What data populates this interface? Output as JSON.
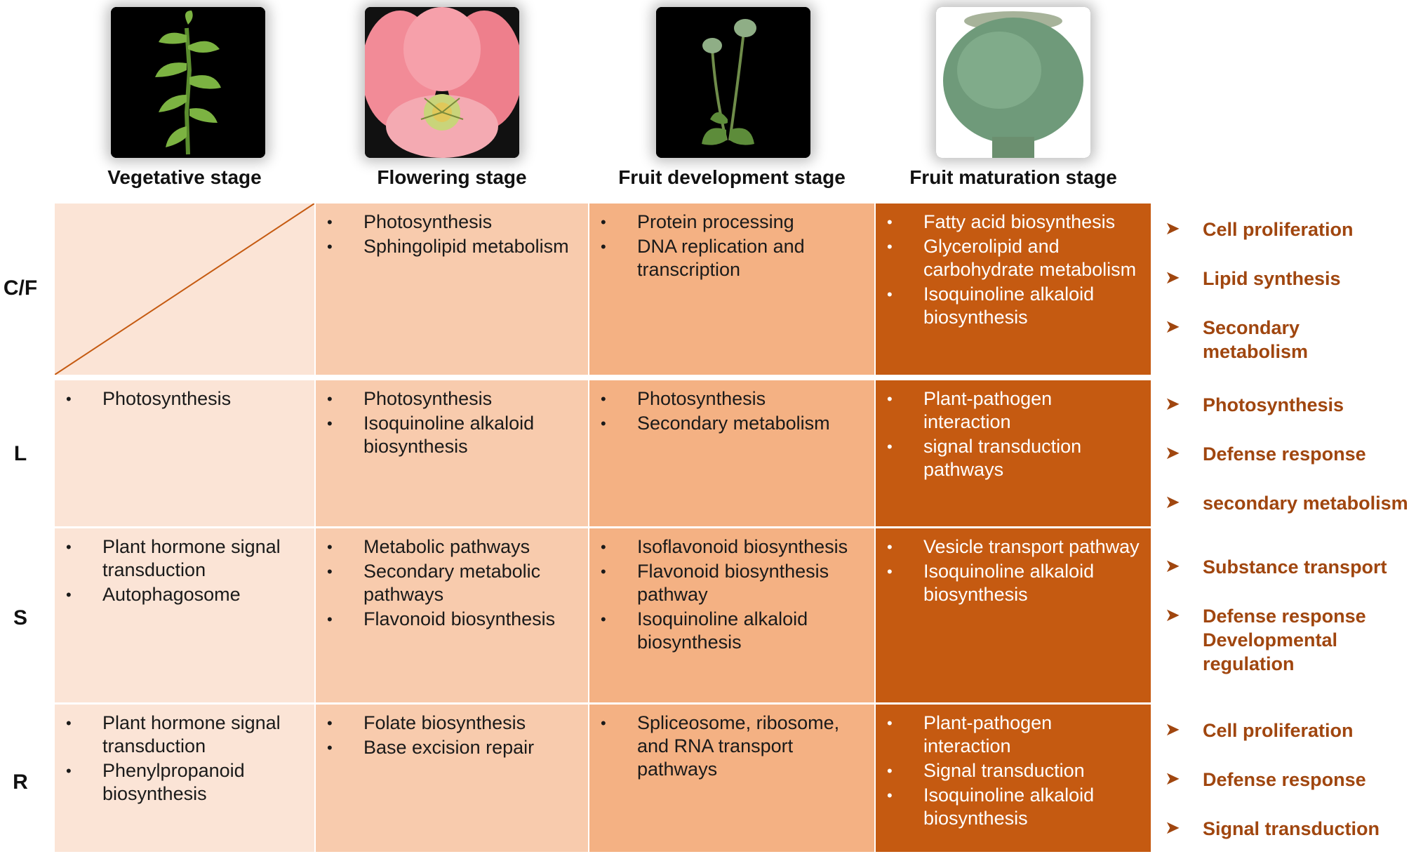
{
  "stages": [
    {
      "title": "Vegetative stage"
    },
    {
      "title": "Flowering stage"
    },
    {
      "title": "Fruit development stage"
    },
    {
      "title": "Fruit maturation stage"
    }
  ],
  "rows": [
    {
      "label": "C/F",
      "cells": [
        [],
        [
          "Photosynthesis",
          "Sphingolipid metabolism"
        ],
        [
          "Protein processing",
          "DNA replication and transcription"
        ],
        [
          "Fatty acid biosynthesis",
          "Glycerolipid and carbohydrate metabolism",
          "Isoquinoline alkaloid biosynthesis"
        ]
      ],
      "summary": [
        "Cell proliferation",
        "Lipid synthesis",
        "Secondary metabolism"
      ]
    },
    {
      "label": "L",
      "cells": [
        [
          "Photosynthesis"
        ],
        [
          "Photosynthesis",
          "Isoquinoline alkaloid biosynthesis"
        ],
        [
          "Photosynthesis",
          "Secondary metabolism"
        ],
        [
          "Plant-pathogen interaction",
          "signal transduction pathways"
        ]
      ],
      "summary": [
        "Photosynthesis",
        "Defense response",
        "secondary metabolism"
      ]
    },
    {
      "label": "S",
      "cells": [
        [
          "Plant hormone signal transduction",
          "Autophagosome"
        ],
        [
          "Metabolic pathways",
          "Secondary metabolic pathways",
          "Flavonoid biosynthesis"
        ],
        [
          "Isoflavonoid biosynthesis",
          "Flavonoid biosynthesis pathway",
          "Isoquinoline alkaloid biosynthesis"
        ],
        [
          "Vesicle transport pathway",
          "Isoquinoline alkaloid biosynthesis"
        ]
      ],
      "summary": [
        "Substance transport",
        "Defense response Developmental regulation"
      ]
    },
    {
      "label": "R",
      "cells": [
        [
          "Plant hormone signal transduction",
          "Phenylpropanoid biosynthesis"
        ],
        [
          "Folate biosynthesis",
          "Base excision repair"
        ],
        [
          "Spliceosome, ribosome, and RNA transport pathways"
        ],
        [
          "Plant-pathogen interaction",
          "Signal transduction",
          "Isoquinoline alkaloid biosynthesis"
        ]
      ],
      "summary": [
        "Cell proliferation",
        "Defense response",
        "Signal transduction"
      ]
    }
  ],
  "colors": {
    "vegetative": "#fbe4d6",
    "flowering": "#f8cbad",
    "fruit_development": "#f4b183",
    "fruit_maturation": "#c55a11",
    "summary_text": "#a0460f"
  },
  "icons": {
    "bullet": "bullet-dot",
    "summary": "arrow-right-icon"
  }
}
